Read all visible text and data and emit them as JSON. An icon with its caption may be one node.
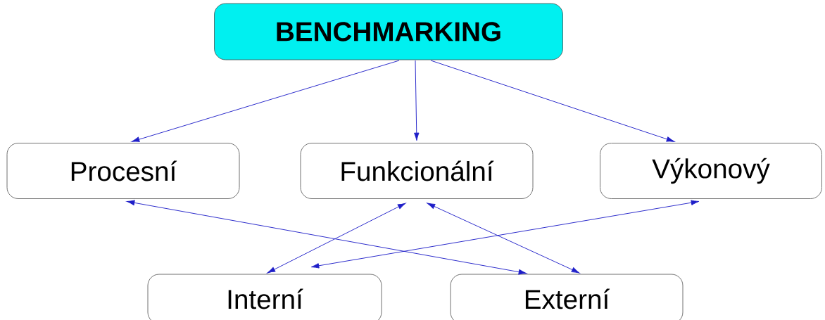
{
  "diagram": {
    "nodes": [
      {
        "text": [
          "BENCHMARKING"
        ]
      },
      {
        "text": [
          "Procesní"
        ]
      },
      {
        "text": [
          "Funkcionální"
        ]
      },
      {
        "text": [
          "Výkonový"
        ]
      },
      {
        "text": [
          "Interní"
        ]
      },
      {
        "text": [
          "Externí"
        ]
      }
    ],
    "edges": [
      {
        "from": 0,
        "to": 1,
        "arrow": "to"
      },
      {
        "from": 0,
        "to": 2,
        "arrow": "to"
      },
      {
        "from": 0,
        "to": 3,
        "arrow": "to"
      },
      {
        "from": 1,
        "to": 5,
        "arrow": "both"
      },
      {
        "from": 2,
        "to": 4,
        "arrow": "both"
      },
      {
        "from": 2,
        "to": 5,
        "arrow": "both"
      },
      {
        "from": 3,
        "to": 4,
        "arrow": "both"
      }
    ]
  }
}
